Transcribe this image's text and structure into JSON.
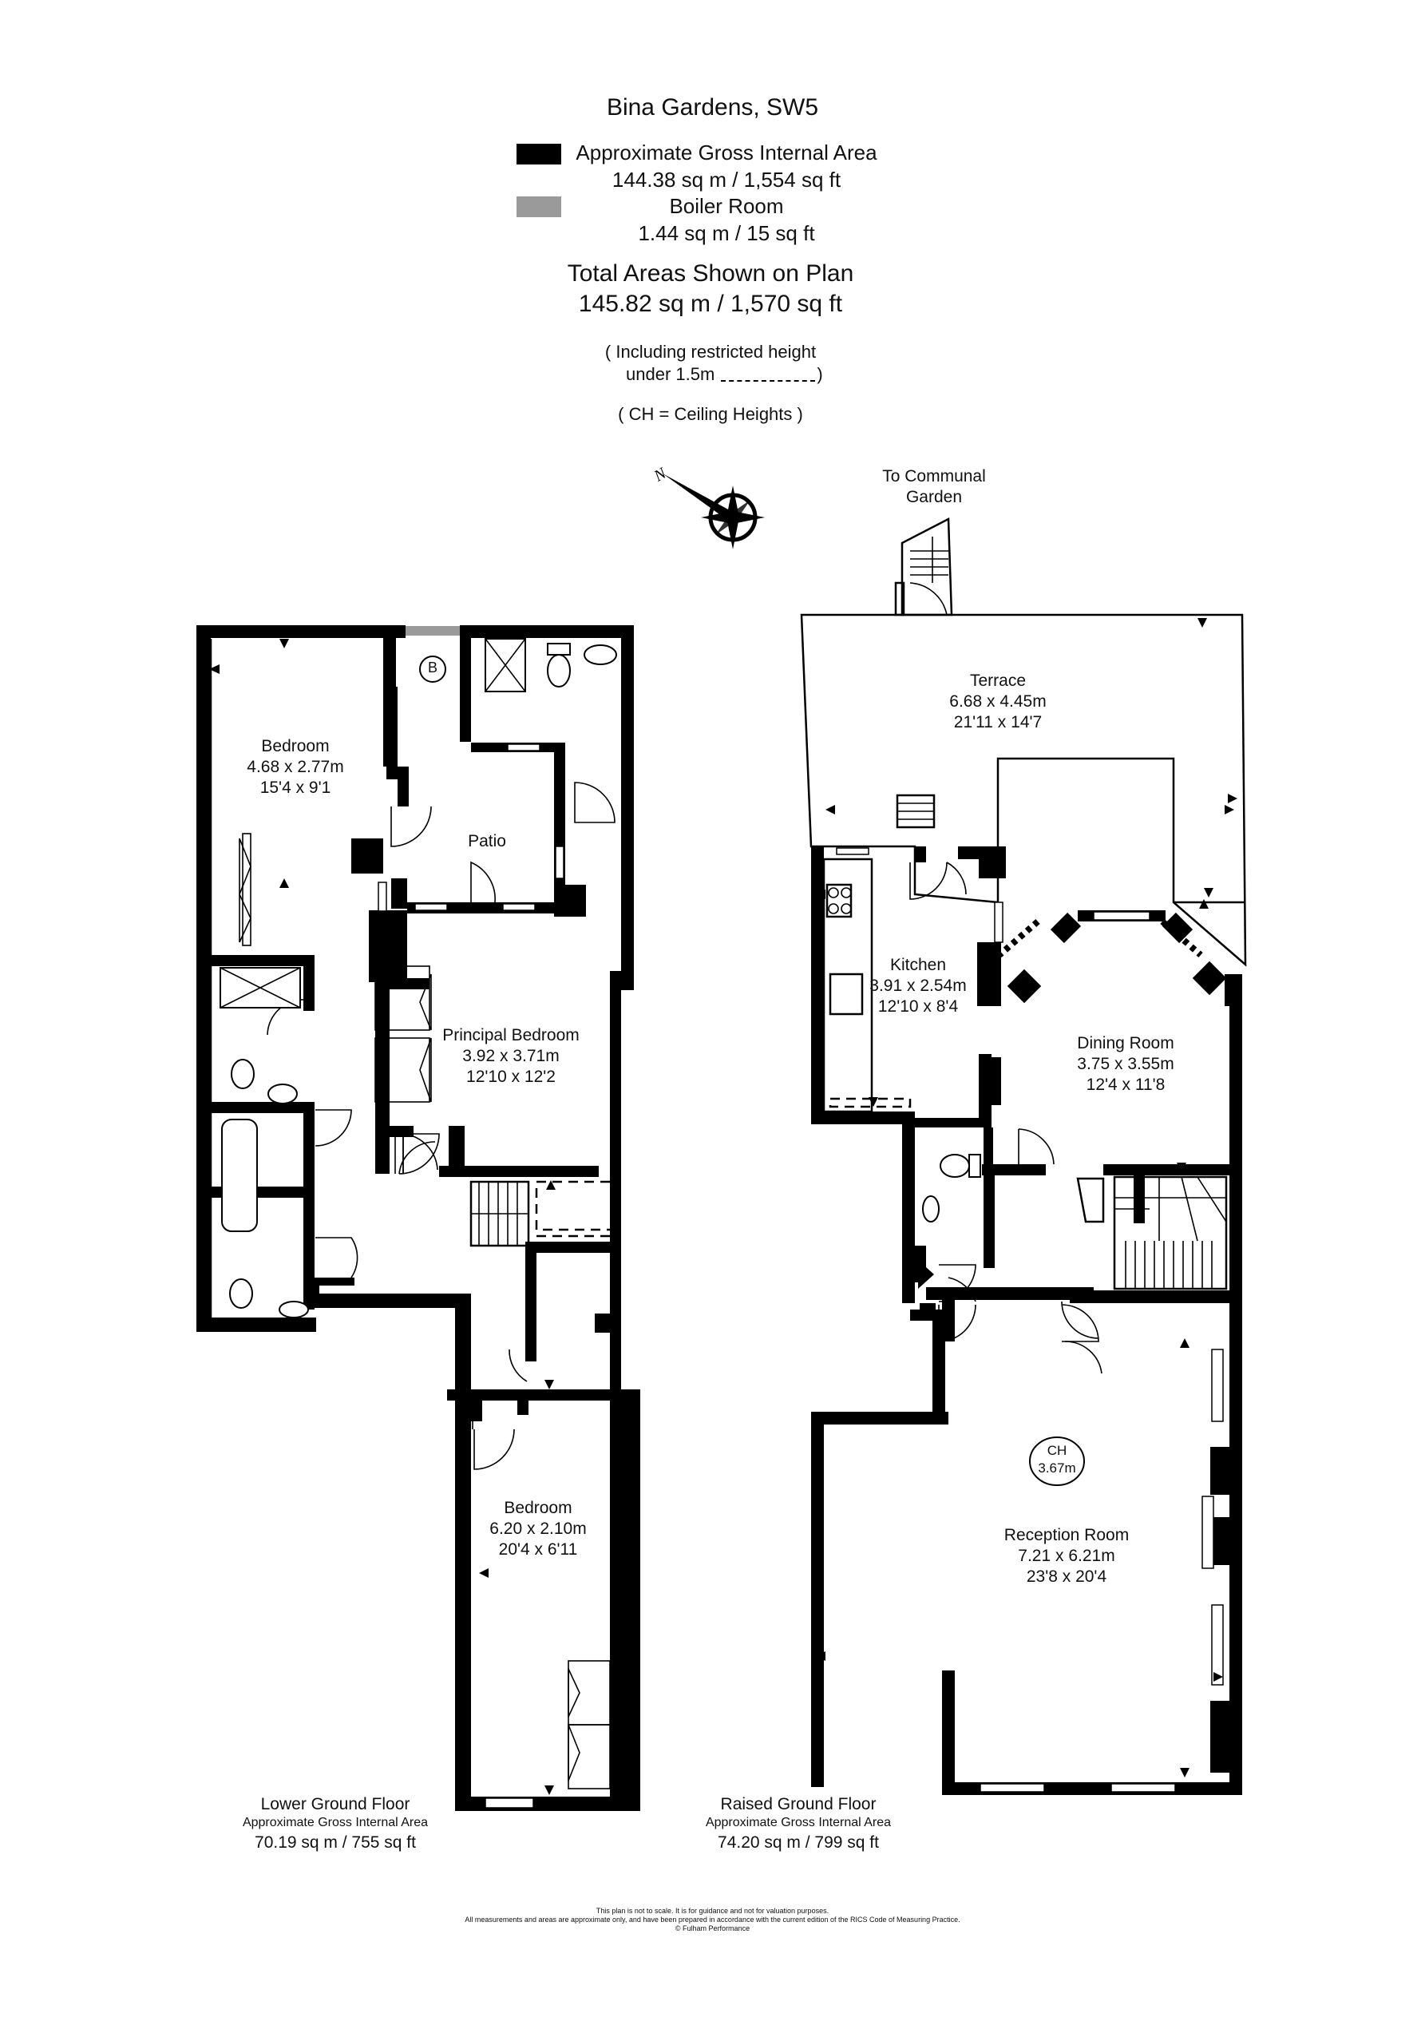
{
  "title": "Bina Gardens, SW5",
  "legend": {
    "gia_label": "Approximate Gross Internal Area",
    "gia_value": "144.38 sq m  /  1,554 sq ft",
    "boiler_label": "Boiler Room",
    "boiler_value": "1.44 sq m  /  15 sq ft",
    "gia_color": "#000000",
    "boiler_color": "#9a9a9a"
  },
  "totals": {
    "label": "Total Areas Shown on Plan",
    "value": "145.82 sq m  /  1,570 sq ft"
  },
  "notes": {
    "restricted_line1": "( Including restricted height",
    "restricted_line2": "under 1.5m",
    "restricted_close": ")",
    "ceiling": "( CH = Ceiling Heights )"
  },
  "compass": {
    "icon": "compass-rose-icon",
    "north_label": "N"
  },
  "garden_label": {
    "line1": "To Communal",
    "line2": "Garden"
  },
  "rooms": {
    "lg_bedroom1": {
      "name": "Bedroom",
      "metric": "4.68 x 2.77m",
      "imperial": "15'4 x 9'1"
    },
    "patio": {
      "name": "Patio"
    },
    "boiler": {
      "name": "B"
    },
    "principal": {
      "name": "Principal Bedroom",
      "metric": "3.92 x 3.71m",
      "imperial": "12'10 x 12'2"
    },
    "lg_bedroom2": {
      "name": "Bedroom",
      "metric": "6.20 x 2.10m",
      "imperial": "20'4 x 6'11"
    },
    "terrace": {
      "name": "Terrace",
      "metric": "6.68 x 4.45m",
      "imperial": "21'11 x 14'7"
    },
    "kitchen": {
      "name": "Kitchen",
      "metric": "3.91 x 2.54m",
      "imperial": "12'10 x 8'4"
    },
    "dining": {
      "name": "Dining Room",
      "metric": "3.75 x 3.55m",
      "imperial": "12'4 x 11'8"
    },
    "ch": {
      "label": "CH",
      "value": "3.67m"
    },
    "reception": {
      "name": "Reception Room",
      "metric": "7.21 x 6.21m",
      "imperial": "23'8 x 20'4"
    }
  },
  "floors": {
    "lower": {
      "name": "Lower Ground Floor",
      "sub": "Approximate Gross Internal Area",
      "area": "70.19 sq m  /  755 sq ft"
    },
    "raised": {
      "name": "Raised Ground Floor",
      "sub": "Approximate Gross Internal Area",
      "area": "74.20 sq m  /  799 sq ft"
    }
  },
  "disclaimer": {
    "line1": "This plan is not to scale. It is for guidance and not for valuation purposes.",
    "line2": "All measurements and areas are approximate only, and have been prepared in accordance with the current edition of the RICS Code of Measuring Practice.",
    "line3": "© Fulham Performance"
  }
}
